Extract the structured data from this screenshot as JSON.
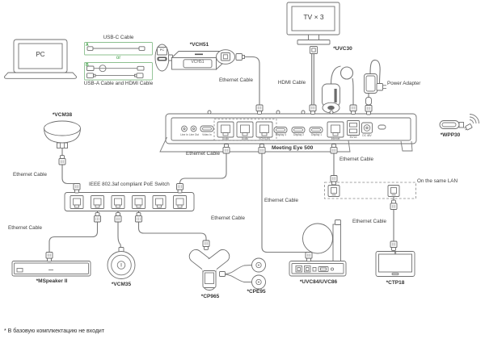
{
  "colors": {
    "accent_green": "#3fa047",
    "green_border": "#8cc08f",
    "line": "#6f6f6f"
  },
  "footnote": "* В базовую комплкектацию не входит",
  "cables": {
    "ethernet": "Ethernet Cable",
    "hdmi": "HDMI Cable",
    "usb_c": "USB-C Cable",
    "usb_a_hdmi": "USB-A Cable and HDMI Cable",
    "or": "or",
    "tag_a": "A",
    "tag_b": "B"
  },
  "devices": {
    "pc": "PC",
    "tv": "TV × 3",
    "vch51": {
      "label": "*VCH51",
      "device_text": "VCH51",
      "mini_pc": "PC"
    },
    "uvc30": "*UVC30",
    "power_adapter": "Power Adapter",
    "wpp30": "*WPP30",
    "main_unit": "Meeting Eye 500",
    "vcm38": "*VCM38",
    "poe_switch": "IEEE 802.3af compliant PoE Switch",
    "mspeaker": "*MSpeaker II",
    "vcm35": "*VCM35",
    "cp965": "*CP965",
    "cpe95": "*CPE95",
    "uvc84": "*UVC84/UVC86",
    "ctp18": "*CTP18",
    "lan": "On the same LAN"
  },
  "ports": {
    "line_in": "Line In",
    "line_out": "Line Out",
    "video_in": "Video In",
    "audio1": "Audio",
    "audio2": "Audio",
    "vch_lan": "VCH/LAN",
    "display3": "Display 3",
    "display2": "Display 2",
    "display1": "Display 1",
    "internet": "Internet",
    "usb": "5V/1A",
    "dc": "DC 48V"
  }
}
